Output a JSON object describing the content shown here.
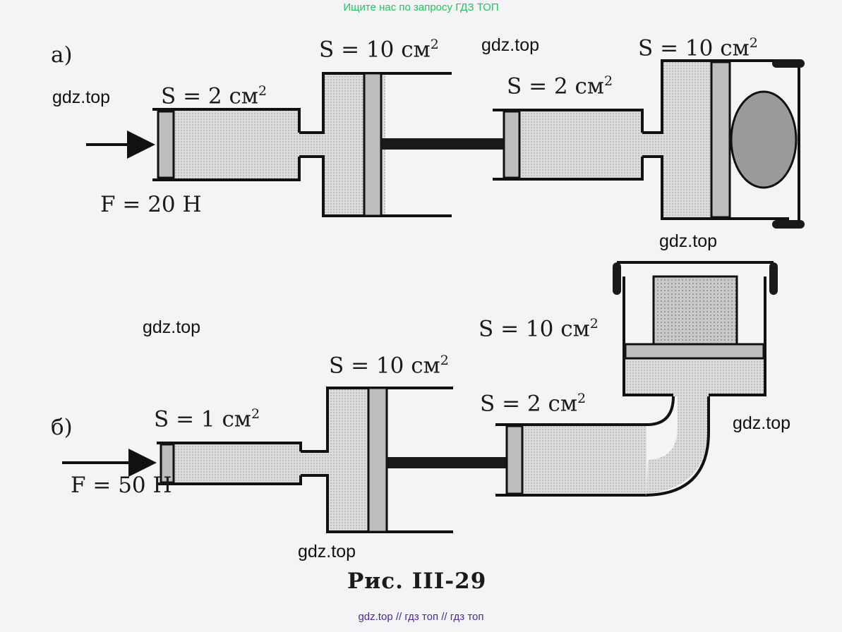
{
  "watermarks": {
    "top": "Ищите нас по запросу ГДЗ ТОП",
    "bottom": "gdz.top  //  гдз топ  //  гдз топ",
    "overlay": "gdz.top"
  },
  "panel_a": {
    "label": "а)",
    "small_area": "S = 2 см",
    "large_area": "S = 10 см",
    "second_small_area": "S = 2 см",
    "second_large_area": "S = 10 см",
    "force": "F = 20 Н"
  },
  "panel_b": {
    "label": "б)",
    "small_area": "S = 1 см",
    "large_area": "S = 10 см",
    "second_small_area": "S = 2 см",
    "vertical_area": "S = 10 см",
    "force": "F = 50 Н"
  },
  "exponent": "2",
  "caption": "Рис.  III-29",
  "colors": {
    "liquid": "#d6d6d6",
    "piston": "#bdbdbd",
    "rod": "#1a1a1a",
    "ball": "#9a9a9a",
    "block": "#8a8a8a"
  }
}
